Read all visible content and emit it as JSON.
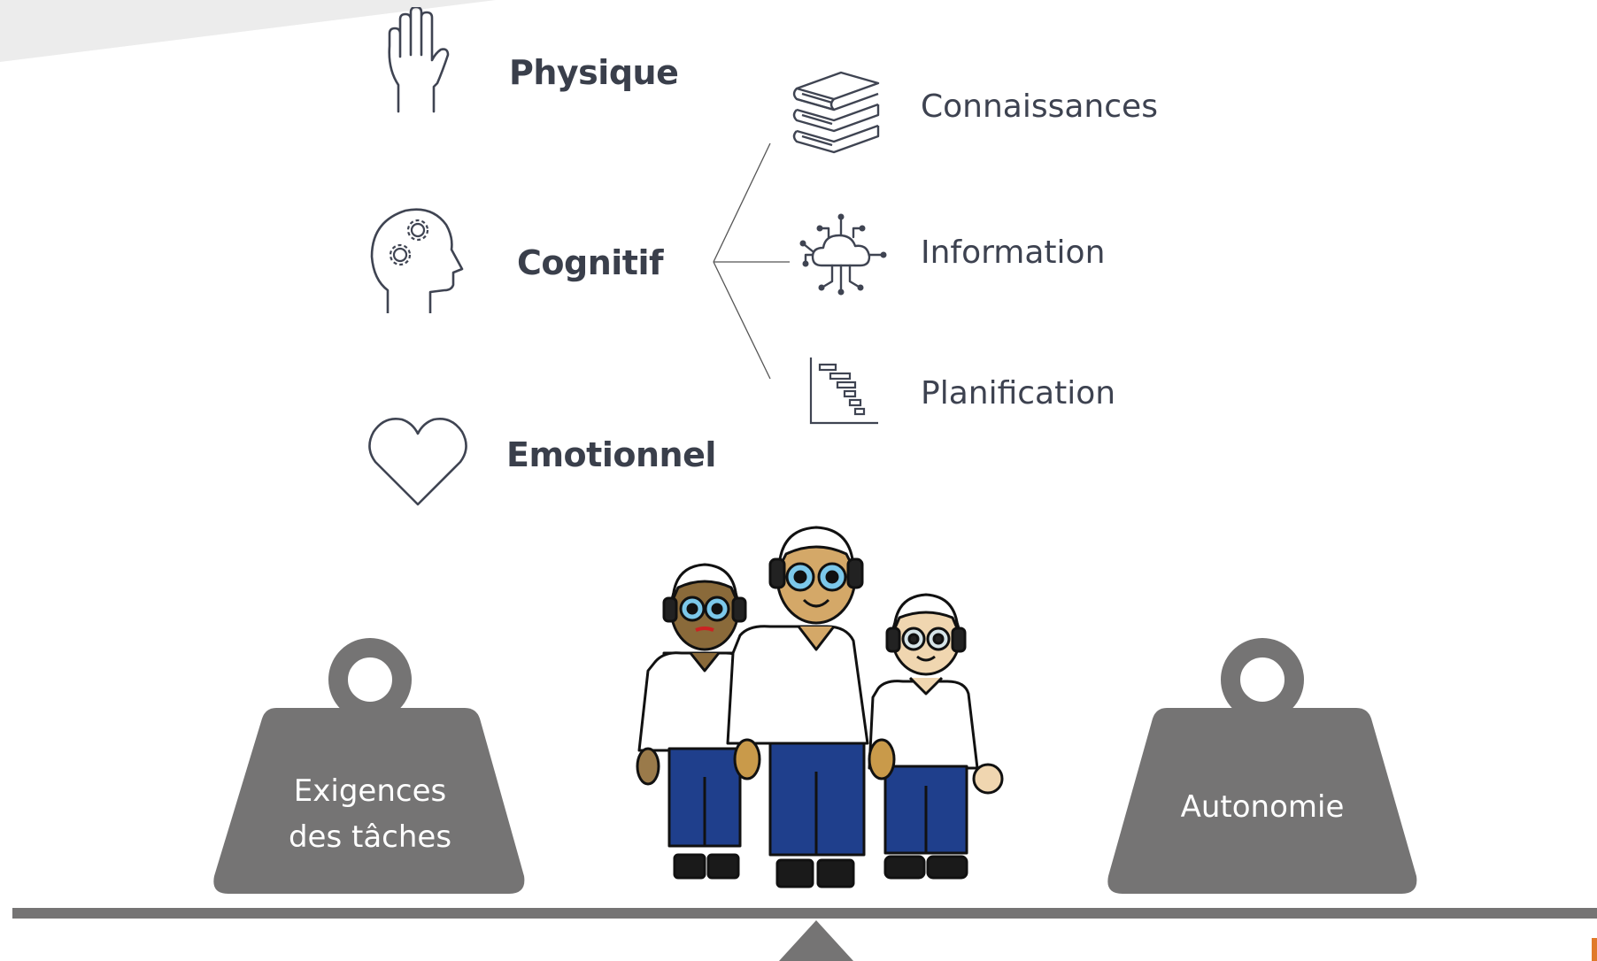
{
  "categories": {
    "physique": {
      "label": "Physique",
      "icon": "hand-icon"
    },
    "cognitif": {
      "label": "Cognitif",
      "icon": "head-gears-icon"
    },
    "emotionnel": {
      "label": "Emotionnel",
      "icon": "heart-icon"
    }
  },
  "cognitive_subitems": [
    {
      "label": "Connaissances",
      "icon": "books-icon"
    },
    {
      "label": "Information",
      "icon": "cloud-network-icon"
    },
    {
      "label": "Planification",
      "icon": "gantt-chart-icon"
    }
  ],
  "balance": {
    "left_weight": {
      "line1": "Exigences",
      "line2": "des tâches"
    },
    "right_weight": {
      "label": "Autonomie"
    }
  },
  "colors": {
    "text": "#3a3f4b",
    "icon_stroke": "#3f4452",
    "weight_fill": "#757474",
    "beam": "#757474",
    "pants": "#1f3f8c"
  }
}
